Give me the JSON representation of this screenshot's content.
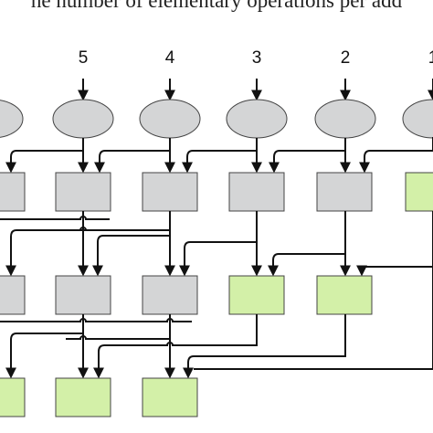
{
  "caption": "he number of elementary operations per add",
  "inputs": [
    {
      "label": "5"
    },
    {
      "label": "4"
    },
    {
      "label": "3"
    },
    {
      "label": "2"
    },
    {
      "label": "1"
    }
  ],
  "colors": {
    "gray_node": "#d4d5d6",
    "green_node": "#d3f0a8",
    "wire": "#111111"
  },
  "rows": [
    {
      "cells": [
        "gray",
        "gray",
        "gray",
        "gray",
        "gray",
        "green"
      ]
    },
    {
      "cells": [
        "gray",
        "gray",
        "gray",
        "green",
        "green"
      ]
    },
    {
      "cells": [
        "green",
        "green",
        "green"
      ]
    }
  ]
}
